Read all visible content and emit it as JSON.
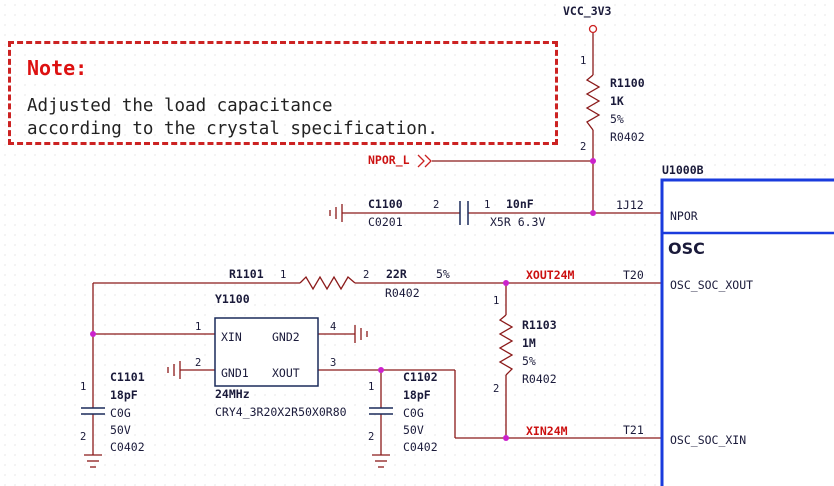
{
  "note": {
    "title": "Note:",
    "line1": "Adjusted the load capacitance",
    "line2": "according to the crystal specification."
  },
  "power": {
    "net": "VCC_3V3"
  },
  "r1100": {
    "ref": "R1100",
    "value": "1K",
    "tol": "5%",
    "pkg": "R0402",
    "pin1": "1",
    "pin2": "2"
  },
  "npor_net": "NPOR_L",
  "c1100": {
    "ref": "C1100",
    "pkg": "C0201",
    "pin_left": "2",
    "pin_right": "1",
    "value": "10nF",
    "spec": "X5R 6.3V"
  },
  "u1000b": {
    "ref": "U1000B",
    "section": "OSC",
    "pins": [
      {
        "num": "1J12",
        "name": "NPOR"
      },
      {
        "num": "T20",
        "name": "OSC_SOC_XOUT"
      },
      {
        "num": "T21",
        "name": "OSC_SOC_XIN"
      }
    ]
  },
  "r1101": {
    "ref": "R1101",
    "pin1": "1",
    "pin2": "2",
    "value": "22R",
    "tol": "5%",
    "pkg": "R0402"
  },
  "nets": {
    "xout": "XOUT24M",
    "xin": "XIN24M"
  },
  "y1100": {
    "ref": "Y1100",
    "freq": "24MHz",
    "part": "CRY4_3R20X2R50X0R80",
    "pins": [
      {
        "num": "1",
        "name": "XIN"
      },
      {
        "num": "4",
        "name": "GND2"
      },
      {
        "num": "2",
        "name": "GND1"
      },
      {
        "num": "3",
        "name": "XOUT"
      }
    ]
  },
  "r1103": {
    "ref": "R1103",
    "value": "1M",
    "tol": "5%",
    "pkg": "R0402",
    "pin1": "1",
    "pin2": "2"
  },
  "c1101": {
    "ref": "C1101",
    "value": "18pF",
    "dielectric": "C0G",
    "voltage": "50V",
    "pkg": "C0402",
    "pin1": "1",
    "pin2": "2"
  },
  "c1102": {
    "ref": "C1102",
    "value": "18pF",
    "dielectric": "C0G",
    "voltage": "50V",
    "pkg": "C0402",
    "pin1": "1",
    "pin2": "2"
  },
  "colors": {
    "wire": "#8b1a1a",
    "note": "#cc2222",
    "net_label": "#cc1111",
    "chip": "#1a3bdd",
    "text": "#1a1a3a"
  }
}
